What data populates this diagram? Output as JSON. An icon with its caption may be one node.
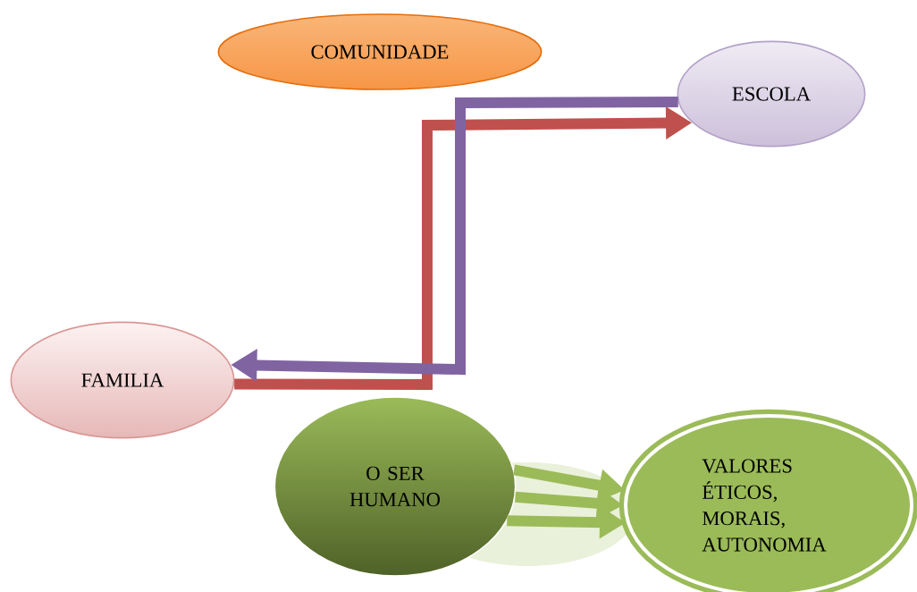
{
  "diagram": {
    "nodes": [
      {
        "text": [
          "COMUNIDADE"
        ]
      },
      {
        "text": [
          "ESCOLA"
        ]
      },
      {
        "text": [
          "FAMILIA"
        ]
      },
      {
        "text": [
          "O SER HUMANO"
        ]
      },
      {
        "text": [
          "VALORES ÉTICOS, MORAIS, AUTONOMIA"
        ]
      }
    ],
    "edges": [
      {
        "from": 2,
        "to": 1,
        "arrow": "to",
        "color": "#c0504d"
      },
      {
        "from": 1,
        "to": 2,
        "arrow": "to",
        "color": "#8064a2"
      },
      {
        "from": 3,
        "to": 4,
        "arrow": "to",
        "color": "#9bbb59"
      },
      {
        "from": 3,
        "to": 4,
        "arrow": "to",
        "color": "#9bbb59"
      },
      {
        "from": 3,
        "to": 4,
        "arrow": "to",
        "color": "#9bbb59"
      }
    ]
  }
}
